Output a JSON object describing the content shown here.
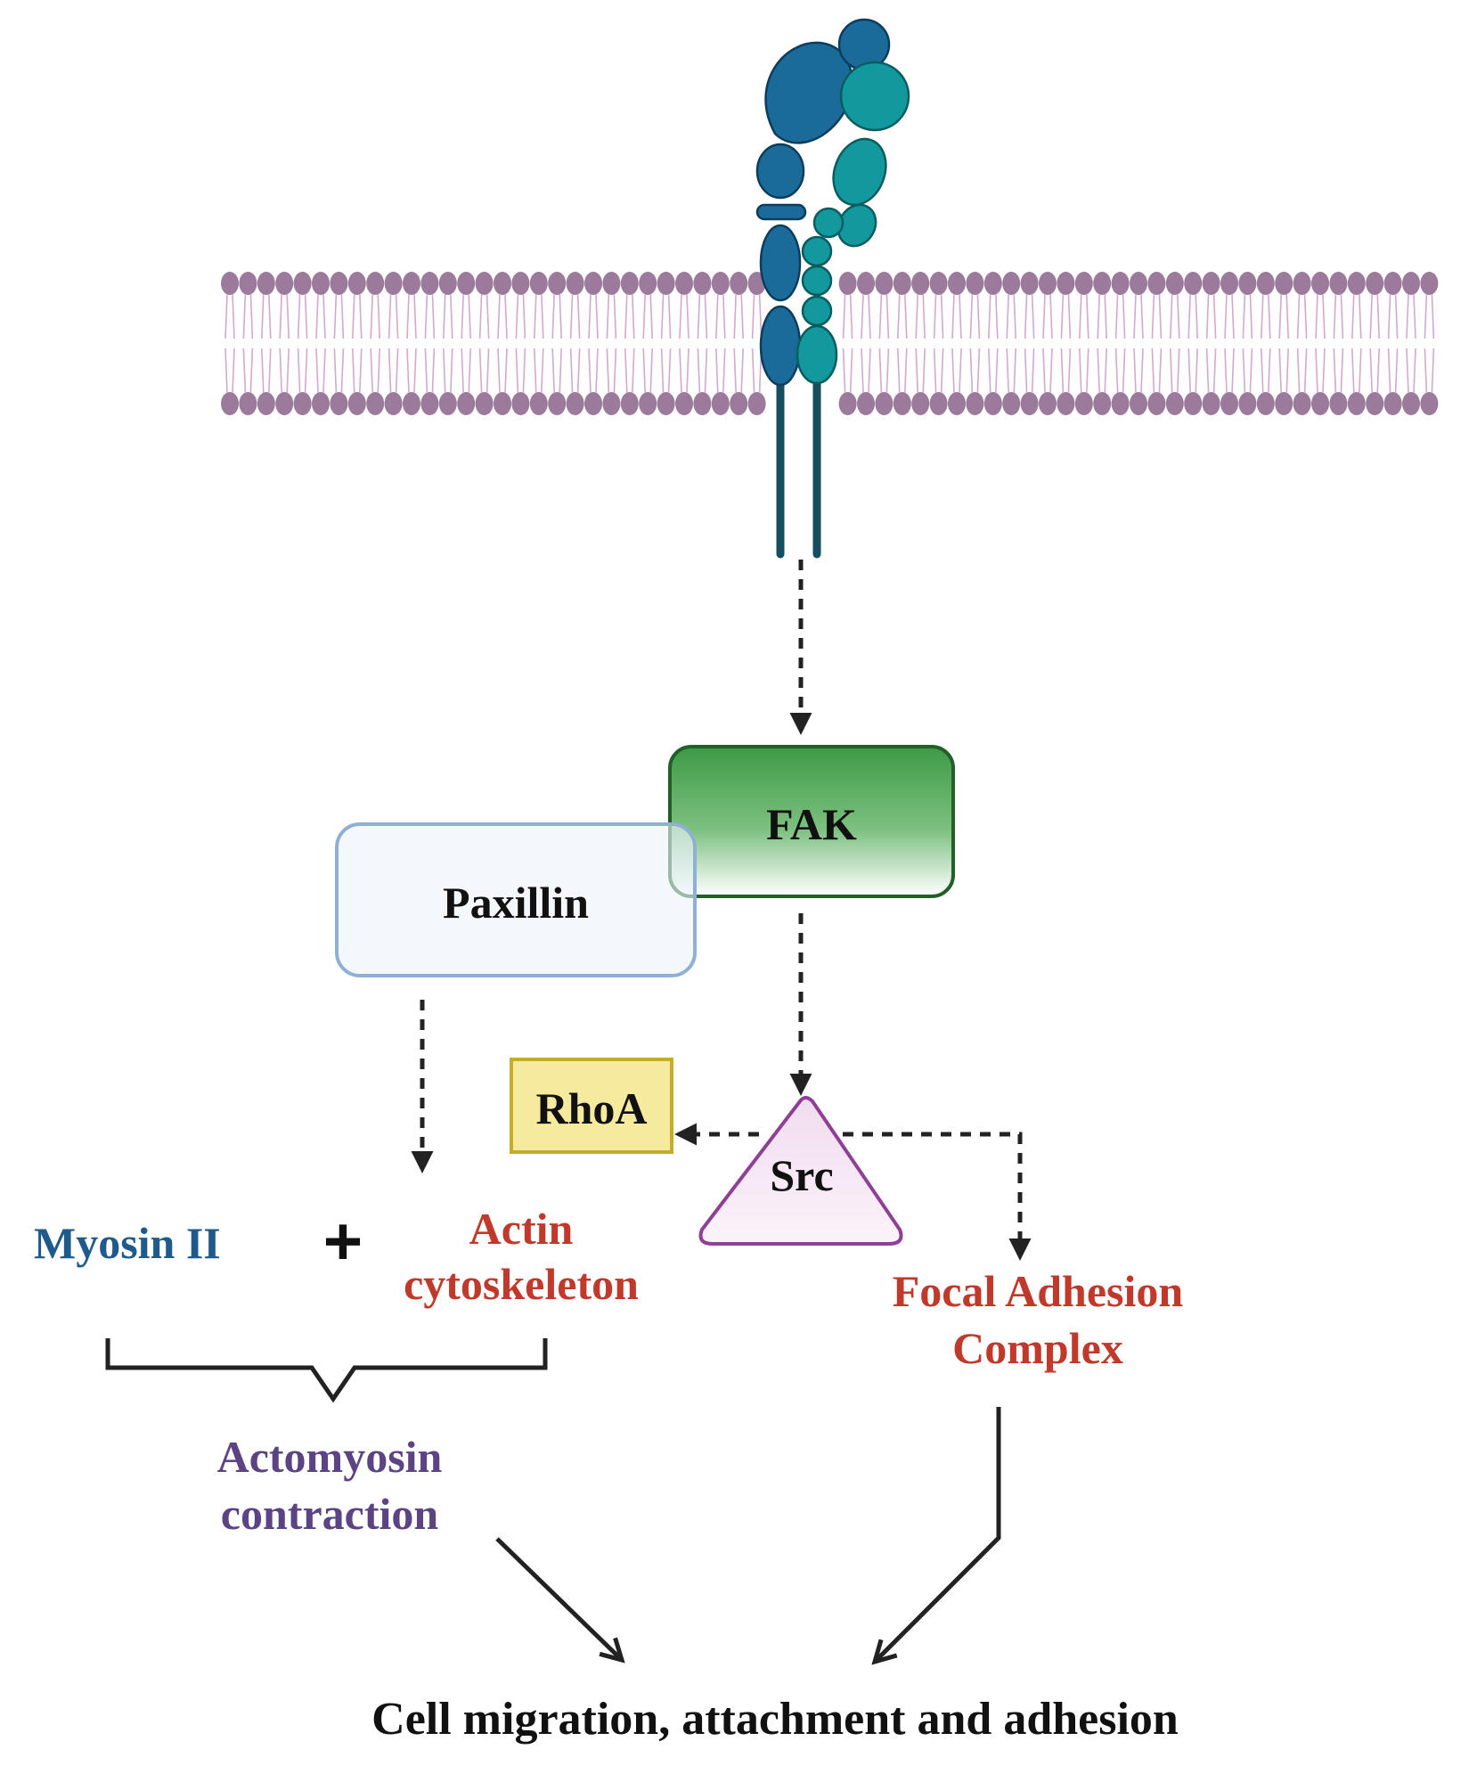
{
  "colors": {
    "receptor_dark": "#1a6b9a",
    "receptor_teal": "#11999e",
    "tail_dark": "#154e5e",
    "membrane": "#9b7a9c",
    "fak_green": "#3f9e4a",
    "paxillin_border": "#8fb0d6",
    "rhoa_yellow": "#f5ea9e",
    "src_purple": "#8e3f96",
    "blue_text": "#1f5a8c",
    "red_text": "#c0392b",
    "purple_text": "#5b4384",
    "arrow": "#222222"
  },
  "nodes": {
    "fak": "FAK",
    "paxillin": "Paxillin",
    "rhoa": "RhoA",
    "src": "Src",
    "myosin": "Myosin II",
    "plus": "+",
    "actin_line1": "Actin",
    "actin_line2": "cytoskeleton",
    "focal_line1": "Focal Adhesion",
    "focal_line2": "Complex",
    "actomyosin_line1": "Actomyosin",
    "actomyosin_line2": "contraction",
    "outcome": "Cell migration, attachment and adhesion"
  }
}
